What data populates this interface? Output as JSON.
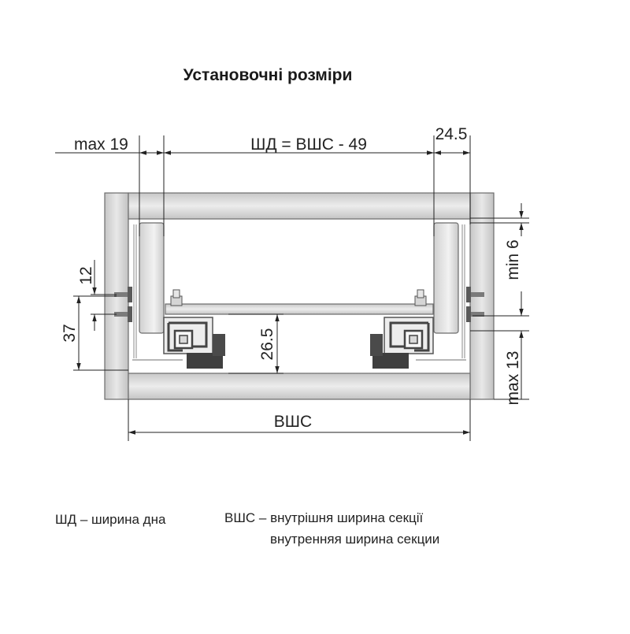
{
  "title": "Установочні розміри",
  "dimensions": {
    "max_19": "max 19",
    "bottom_width_formula": "ШД = ВШС - 49",
    "d_24_5": "24.5",
    "min_6": "min 6",
    "d_12": "12",
    "d_37": "37",
    "d_26_5": "26.5",
    "max_13": "max 13",
    "inner_width": "ВШС"
  },
  "legend": {
    "bottom_width": "ШД – ширина дна",
    "inner_width_ua": "ВШС – внутрішня ширина секції",
    "inner_width_ru": "внутренняя ширина секции"
  },
  "colors": {
    "panel_light": "#e3e3e3",
    "panel_mid": "#c6c6c6",
    "outline": "#6c6c6c",
    "dark_part": "#3f3f3f",
    "text": "#222222"
  }
}
